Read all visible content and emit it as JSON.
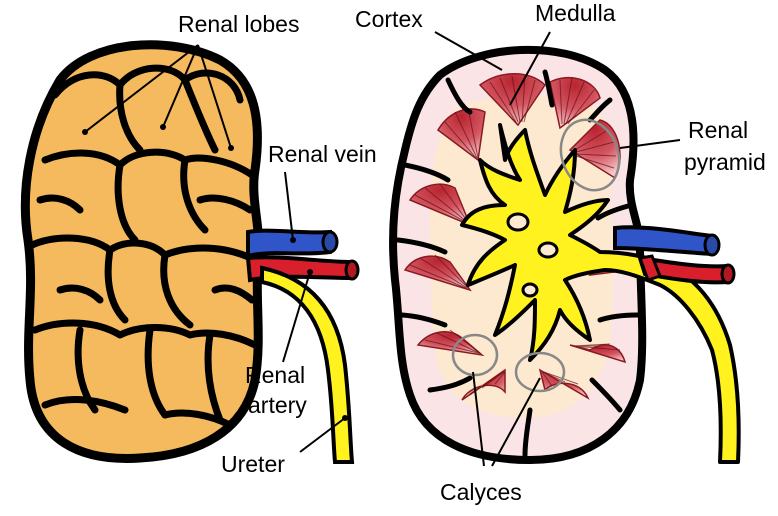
{
  "labels": {
    "renal_lobes": "Renal lobes",
    "cortex": "Cortex",
    "medulla": "Medulla",
    "renal_vein": "Renal vein",
    "renal_pyramid_line1": "Renal",
    "renal_pyramid_line2": "pyramid",
    "renal_artery_line1": "Renal",
    "renal_artery_line2": "artery",
    "ureter": "Ureter",
    "calyces": "Calyces"
  },
  "colors": {
    "lobe_fill": "#F5B95E",
    "outline": "#000000",
    "cortex_fill": "#FBE4E6",
    "pyramid_fill": "#C8394A",
    "calyx_yellow": "#FFF21F",
    "vein_blue": "#2F55C8",
    "artery_red": "#D91F2C",
    "medulla_bg": "#FDE9CF"
  }
}
